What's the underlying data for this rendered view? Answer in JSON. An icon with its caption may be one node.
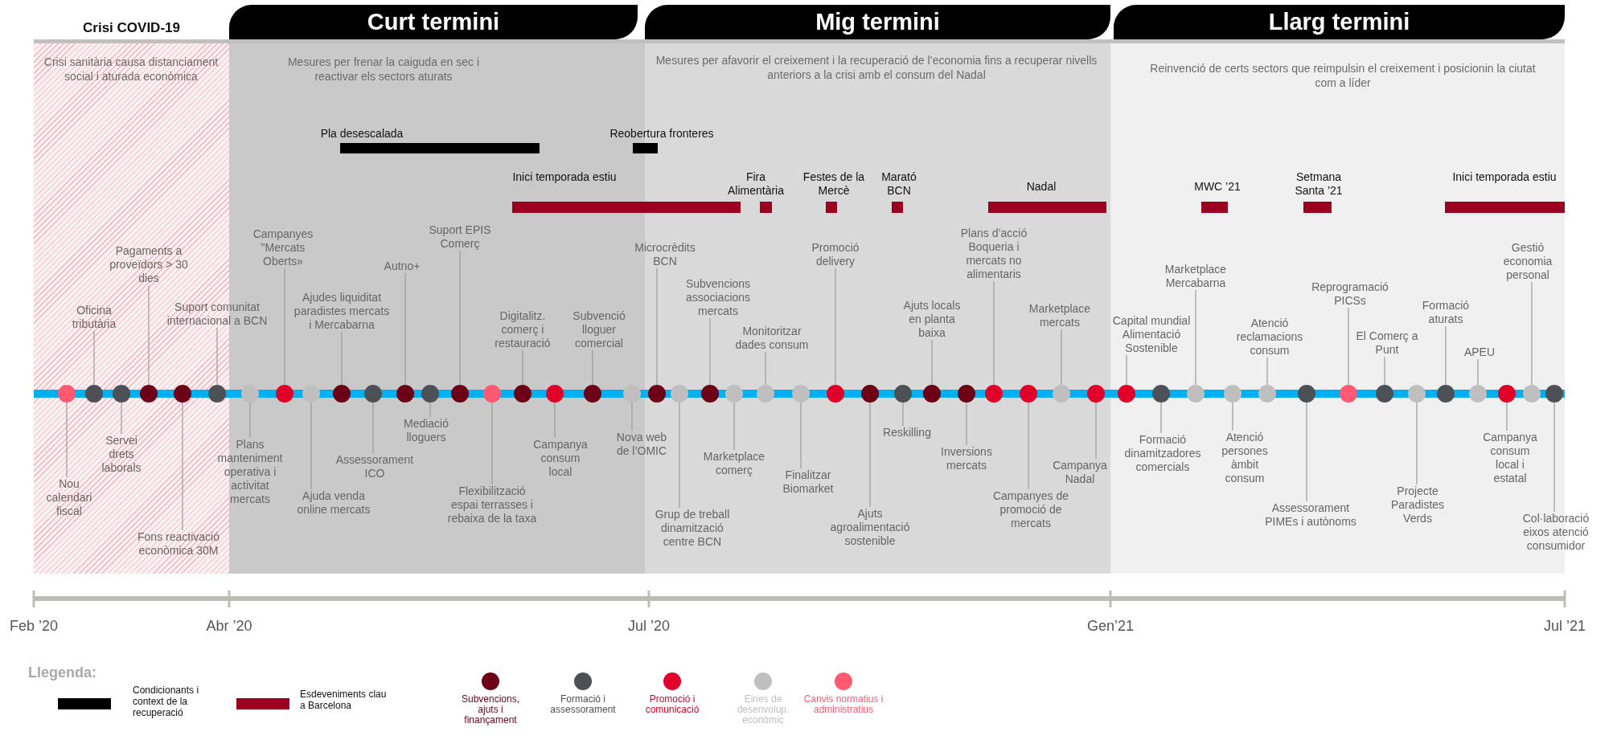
{
  "diagram": {
    "nodes": [
      {
        "text": [
          "Crisi COVID-19",
          "Crisi sanitària causa distanciament social i aturada econòmica"
        ]
      },
      {
        "text": [
          "Curt termini",
          "Mesures per frenar la caiguda en sec i reactivar els sectors aturats"
        ]
      },
      {
        "text": [
          "Mig termini",
          "Mesures per afavorir el creixement i la recuperació de l’economia fins a recuperar nivells anteriors a la crisi amb el consum del Nadal"
        ]
      },
      {
        "text": [
          "Llarg termini",
          "Reinvenció de certs sectors que reimpulsin el creixement i posicionin la ciutat com a líder"
        ]
      },
      {
        "text": [
          "Pla desescalada"
        ],
        "in": 1
      },
      {
        "text": [
          "Reobertura fronteres"
        ]
      },
      {
        "text": [
          "Inici temporada estiu"
        ],
        "in": 1
      },
      {
        "text": [
          "Fira Alimentària"
        ],
        "in": 2
      },
      {
        "text": [
          "Festes de la Mercè"
        ],
        "in": 2
      },
      {
        "text": [
          "Marató BCN"
        ],
        "in": 2
      },
      {
        "text": [
          "Nadal"
        ],
        "in": 2
      },
      {
        "text": [
          "MWC ’21"
        ],
        "in": 3
      },
      {
        "text": [
          "Setmana Santa ’21"
        ],
        "in": 3
      },
      {
        "text": [
          "Inici temporada estiu"
        ],
        "in": 3
      },
      {
        "text": [
          "Nou calendari fiscal"
        ],
        "in": 0
      },
      {
        "text": [],
        "shape": "circle",
        "in": 0
      },
      {
        "text": [
          "Oficina tributària"
        ],
        "in": 0
      },
      {
        "text": [],
        "shape": "circle",
        "in": 0
      },
      {
        "text": [
          "Servei drets laborals"
        ],
        "in": 0
      },
      {
        "text": [],
        "shape": "circle",
        "in": 0
      },
      {
        "text": [
          "Pagaments a proveïdors > 30 dies"
        ],
        "in": 0
      },
      {
        "text": [],
        "shape": "circle",
        "in": 0
      },
      {
        "text": [
          "Fons reactivació econòmica 30M"
        ],
        "in": 0
      },
      {
        "text": [],
        "shape": "circle",
        "in": 0
      },
      {
        "text": [
          "Suport comunitat internacional a BCN"
        ]
      },
      {
        "text": [],
        "shape": "circle",
        "in": 0
      },
      {
        "text": [
          "Plans manteniment operativa i activitat mercats"
        ]
      },
      {
        "text": [],
        "shape": "circle",
        "in": 1
      },
      {
        "text": [
          "Campanyes \"Mercats Oberts»"
        ],
        "in": 1
      },
      {
        "text": [],
        "shape": "circle",
        "in": 1
      },
      {
        "text": [
          "Ajuda venda online mercats"
        ],
        "in": 1
      },
      {
        "text": [],
        "shape": "circle",
        "in": 1
      },
      {
        "text": [
          "Ajudes liquiditat paradistes mercats i Mercabarna"
        ],
        "in": 1
      },
      {
        "text": [],
        "shape": "circle",
        "in": 1
      },
      {
        "text": [
          "Assessorament ICO"
        ],
        "in": 1
      },
      {
        "text": [],
        "shape": "circle",
        "in": 1
      },
      {
        "text": [
          "Autno+"
        ],
        "in": 1
      },
      {
        "text": [],
        "shape": "circle",
        "in": 1
      },
      {
        "text": [
          "Mediació lloguers"
        ],
        "in": 1
      },
      {
        "text": [],
        "shape": "circle",
        "in": 1
      },
      {
        "text": [
          "Suport EPIS Comerç"
        ],
        "in": 1
      },
      {
        "text": [],
        "shape": "circle",
        "in": 1
      },
      {
        "text": [
          "Flexibilització espai terrasses i rebaixa de la taxa"
        ],
        "in": 1
      },
      {
        "text": [],
        "shape": "circle",
        "in": 1
      },
      {
        "text": [
          "Digitalitz. comerç i restauració"
        ],
        "in": 1
      },
      {
        "text": [],
        "shape": "circle",
        "in": 1
      },
      {
        "text": [
          "Campanya consum local"
        ],
        "in": 1
      },
      {
        "text": [],
        "shape": "circle",
        "in": 1
      },
      {
        "text": [
          "Subvenció lloguer comercial"
        ],
        "in": 1
      },
      {
        "text": [],
        "shape": "circle",
        "in": 1
      },
      {
        "text": [
          "Nova web de l’OMIC"
        ]
      },
      {
        "text": [],
        "shape": "circle",
        "in": 1
      },
      {
        "text": [
          "Microcrèdits BCN"
        ]
      },
      {
        "text": [],
        "shape": "circle",
        "in": 2
      },
      {
        "text": [
          "Grup de treball dinamització centre BCN"
        ],
        "in": 2
      },
      {
        "text": [],
        "shape": "circle",
        "in": 2
      },
      {
        "text": [
          "Subvencions associacions mercats"
        ],
        "in": 2
      },
      {
        "text": [],
        "shape": "circle",
        "in": 2
      },
      {
        "text": [
          "Marketplace comerç"
        ],
        "in": 2
      },
      {
        "text": [],
        "shape": "circle",
        "in": 2
      },
      {
        "text": [
          "Monitoritzar dades consum"
        ],
        "in": 2
      },
      {
        "text": [],
        "shape": "circle",
        "in": 2
      },
      {
        "text": [
          "Finalitzar Biomarket"
        ],
        "in": 2
      },
      {
        "text": [],
        "shape": "circle",
        "in": 2
      },
      {
        "text": [
          "Promoció delivery"
        ],
        "in": 2
      },
      {
        "text": [],
        "shape": "circle",
        "in": 2
      },
      {
        "text": [
          "Ajuts agroalimentació sostenible"
        ],
        "in": 2
      },
      {
        "text": [],
        "shape": "circle",
        "in": 2
      },
      {
        "text": [
          "Reskilling"
        ],
        "in": 2
      },
      {
        "text": [],
        "shape": "circle",
        "in": 2
      },
      {
        "text": [
          "Ajuts locals en planta baixa"
        ],
        "in": 2
      },
      {
        "text": [],
        "shape": "circle",
        "in": 2
      },
      {
        "text": [
          "Inversions mercats"
        ],
        "in": 2
      },
      {
        "text": [],
        "shape": "circle",
        "in": 2
      },
      {
        "text": [
          "Plans d’acció Boqueria i mercats no alimentaris"
        ],
        "in": 2
      },
      {
        "text": [],
        "shape": "circle",
        "in": 2
      },
      {
        "text": [
          "Campanyes de promoció de mercats"
        ],
        "in": 2
      },
      {
        "text": [],
        "shape": "circle",
        "in": 2
      },
      {
        "text": [
          "Marketplace mercats"
        ],
        "in": 2
      },
      {
        "text": [],
        "shape": "circle",
        "in": 2
      },
      {
        "text": [
          "Campanya Nadal"
        ],
        "in": 2
      },
      {
        "text": [],
        "shape": "circle",
        "in": 2
      },
      {
        "text": [
          "Capital mundial Alimentació Sostenible"
        ],
        "in": 3
      },
      {
        "text": [],
        "shape": "circle",
        "in": 3
      },
      {
        "text": [
          "Formació dinamitzadores comercials"
        ],
        "in": 3
      },
      {
        "text": [],
        "shape": "circle",
        "in": 3
      },
      {
        "text": [
          "Marketplace Mercabarna"
        ],
        "in": 3
      },
      {
        "text": [],
        "shape": "circle",
        "in": 3
      },
      {
        "text": [
          "Atenció persones àmbit consum"
        ],
        "in": 3
      },
      {
        "text": [],
        "shape": "circle",
        "in": 3
      },
      {
        "text": [
          "Atenció reclamacions consum"
        ],
        "in": 3
      },
      {
        "text": [],
        "shape": "circle",
        "in": 3
      },
      {
        "text": [
          "Assessorament PIMEs i autònoms"
        ],
        "in": 3
      },
      {
        "text": [],
        "shape": "circle",
        "in": 3
      },
      {
        "text": [
          "Reprogramació PICSs"
        ],
        "in": 3
      },
      {
        "text": [],
        "shape": "circle",
        "in": 3
      },
      {
        "text": [
          "El Comerç a Punt"
        ],
        "in": 3
      },
      {
        "text": [],
        "shape": "circle",
        "in": 3
      },
      {
        "text": [
          "Projecte Paradistes Verds"
        ],
        "in": 3
      },
      {
        "text": [],
        "shape": "circle",
        "in": 3
      },
      {
        "text": [
          "Formació aturats"
        ],
        "in": 3
      },
      {
        "text": [],
        "shape": "circle",
        "in": 3
      },
      {
        "text": [
          "APEU"
        ],
        "in": 3
      },
      {
        "text": [],
        "shape": "circle",
        "in": 3
      },
      {
        "text": [
          "Campanya consum local i estatal"
        ],
        "in": 3
      },
      {
        "text": [],
        "shape": "circle",
        "in": 3
      },
      {
        "text": [
          "Gestió economia personal"
        ],
        "in": 3
      },
      {
        "text": [],
        "shape": "circle",
        "in": 3
      },
      {
        "text": [
          "Col·laboració eixos atenció consumidor"
        ]
      },
      {
        "text": [],
        "shape": "circle",
        "in": 3
      }
    ],
    "edges": [
      {
        "from": 14,
        "to": 15,
        "arrow": "none"
      },
      {
        "from": 16,
        "to": 17,
        "arrow": "none"
      },
      {
        "from": 18,
        "to": 19,
        "arrow": "none"
      },
      {
        "from": 20,
        "to": 21,
        "arrow": "none"
      },
      {
        "from": 22,
        "to": 23,
        "arrow": "none"
      },
      {
        "from": 24,
        "to": 25,
        "arrow": "none"
      },
      {
        "from": 26,
        "to": 27,
        "arrow": "none"
      },
      {
        "from": 28,
        "to": 29,
        "arrow": "none"
      },
      {
        "from": 30,
        "to": 31,
        "arrow": "none"
      },
      {
        "from": 32,
        "to": 33,
        "arrow": "none"
      },
      {
        "from": 34,
        "to": 35,
        "arrow": "none"
      },
      {
        "from": 36,
        "to": 37,
        "arrow": "none"
      },
      {
        "from": 38,
        "to": 39,
        "arrow": "none"
      },
      {
        "from": 40,
        "to": 41,
        "arrow": "none"
      },
      {
        "from": 42,
        "to": 43,
        "arrow": "none"
      },
      {
        "from": 44,
        "to": 45,
        "arrow": "none"
      },
      {
        "from": 46,
        "to": 47,
        "arrow": "none"
      },
      {
        "from": 48,
        "to": 49,
        "arrow": "none"
      },
      {
        "from": 50,
        "to": 51,
        "arrow": "none"
      },
      {
        "from": 52,
        "to": 53,
        "arrow": "none"
      },
      {
        "from": 54,
        "to": 55,
        "arrow": "none"
      },
      {
        "from": 56,
        "to": 57,
        "arrow": "none"
      },
      {
        "from": 58,
        "to": 59,
        "arrow": "none"
      },
      {
        "from": 60,
        "to": 61,
        "arrow": "none"
      },
      {
        "from": 62,
        "to": 63,
        "arrow": "none"
      },
      {
        "from": 64,
        "to": 65,
        "arrow": "none"
      },
      {
        "from": 66,
        "to": 67,
        "arrow": "none"
      },
      {
        "from": 68,
        "to": 69,
        "arrow": "none"
      },
      {
        "from": 70,
        "to": 71,
        "arrow": "none"
      },
      {
        "from": 72,
        "to": 73,
        "arrow": "none"
      },
      {
        "from": 74,
        "to": 75,
        "arrow": "none"
      },
      {
        "from": 76,
        "to": 77,
        "arrow": "none"
      },
      {
        "from": 78,
        "to": 79,
        "arrow": "none"
      },
      {
        "from": 80,
        "to": 81,
        "arrow": "none"
      },
      {
        "from": 82,
        "to": 83,
        "arrow": "none"
      },
      {
        "from": 84,
        "to": 85,
        "arrow": "none"
      },
      {
        "from": 86,
        "to": 87,
        "arrow": "none"
      },
      {
        "from": 88,
        "to": 89,
        "arrow": "none"
      },
      {
        "from": 90,
        "to": 91,
        "arrow": "none"
      },
      {
        "from": 92,
        "to": 93,
        "arrow": "none"
      },
      {
        "from": 94,
        "to": 95,
        "arrow": "none"
      },
      {
        "from": 96,
        "to": 97,
        "arrow": "none"
      },
      {
        "from": 98,
        "to": 99,
        "arrow": "none"
      },
      {
        "from": 100,
        "to": 101,
        "arrow": "none"
      },
      {
        "from": 102,
        "to": 103,
        "arrow": "none"
      },
      {
        "from": 104,
        "to": 105,
        "arrow": "none"
      },
      {
        "from": 106,
        "to": 107,
        "arrow": "none"
      },
      {
        "from": 108,
        "to": 109,
        "arrow": "none"
      }
    ],
    "labels": [
      "Feb ’20",
      "Abr ’20",
      "Jul ’20",
      "Gen’21",
      "Jul ’21",
      "Llegenda:"
    ],
    "legend": [
      {
        "text": "Condicionants i context de la recuperació",
        "color": "#000000"
      },
      {
        "text": "Esdeveniments clau a Barcelona",
        "color": "#9b0020"
      },
      {
        "text": "Subvencions, ajuts i finançament",
        "color": "#6b0016"
      },
      {
        "text": "Formació i assessorament",
        "color": "#4d5055"
      },
      {
        "text": "Promoció i comunicació",
        "color": "#e1002a"
      },
      {
        "text": "Eines de desenvolup. econòmic",
        "color": "#bfbfbf"
      },
      {
        "text": "Canvis normatius i administratius",
        "color": "#ff5a72"
      }
    ]
  }
}
